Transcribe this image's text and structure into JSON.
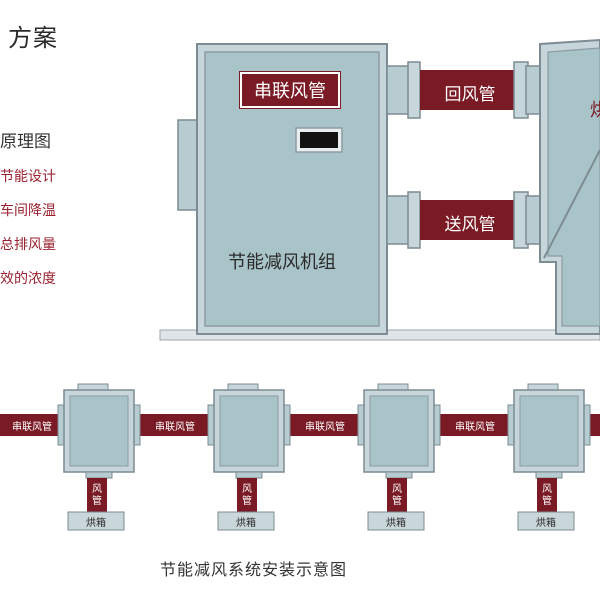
{
  "header": {
    "title_fragment": "方案"
  },
  "principle": {
    "title": "原理图",
    "notes": [
      "节能设计",
      "车间降温",
      "总排风量",
      "效的浓度"
    ]
  },
  "main_unit": {
    "label": "串联风管",
    "name": "节能减风机组"
  },
  "ducts": {
    "return": "回风管",
    "supply": "送风管"
  },
  "right_unit_char": "烘",
  "chain": {
    "link_label": "串联风管",
    "vert_chars": [
      "风",
      "管"
    ],
    "oven_label": "烘箱"
  },
  "caption": "节能减风系统安装示意图",
  "colors": {
    "duct": "#7a1a24",
    "panel": "#a9c4c9",
    "frame": "#8d9ba2",
    "note": "#9a2230"
  }
}
